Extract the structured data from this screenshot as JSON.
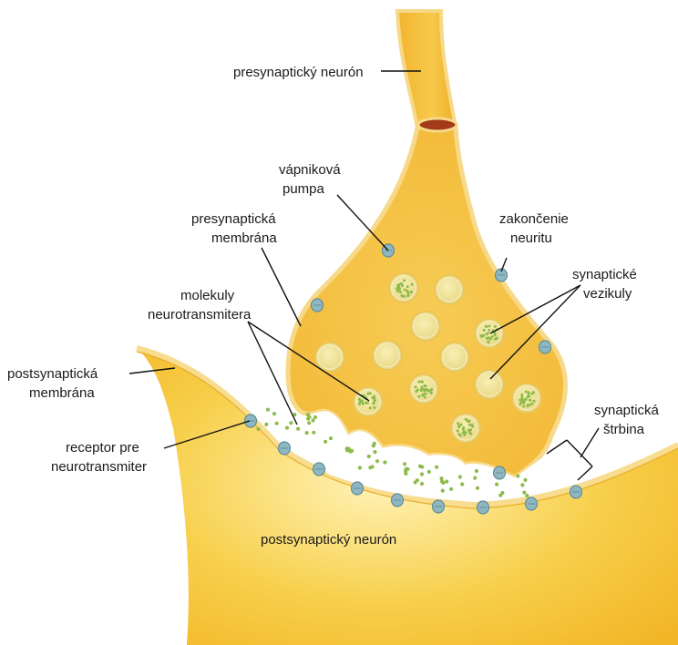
{
  "labels": {
    "presynaptic_neuron": "presynaptický neurón",
    "calcium_pump_l1": "vápniková",
    "calcium_pump_l2": "pumpa",
    "presyn_membrane_l1": "presynaptická",
    "presyn_membrane_l2": "membrána",
    "nerve_ending_l1": "zakončenie",
    "nerve_ending_l2": "neuritu",
    "vesicles_l1": "synaptické",
    "vesicles_l2": "vezikuly",
    "nt_molecules_l1": "molekuly",
    "nt_molecules_l2": "neurotransmitera",
    "postsyn_membrane_l1": "postsynaptická",
    "postsyn_membrane_l2": "membrána",
    "receptor_l1": "receptor pre",
    "receptor_l2": "neurotransmiter",
    "cleft_l1": "synaptická",
    "cleft_l2": "štrbina",
    "postsynaptic_neuron": "postsynaptický neurón"
  },
  "colors": {
    "neuron_fill": "#f5bf3a",
    "neuron_light": "#fbe39a",
    "membrane": "#f7d98a",
    "vesicle_fill": "#f0e59a",
    "molecule": "#8dbb4c",
    "receptor": "#8fb7c2"
  }
}
